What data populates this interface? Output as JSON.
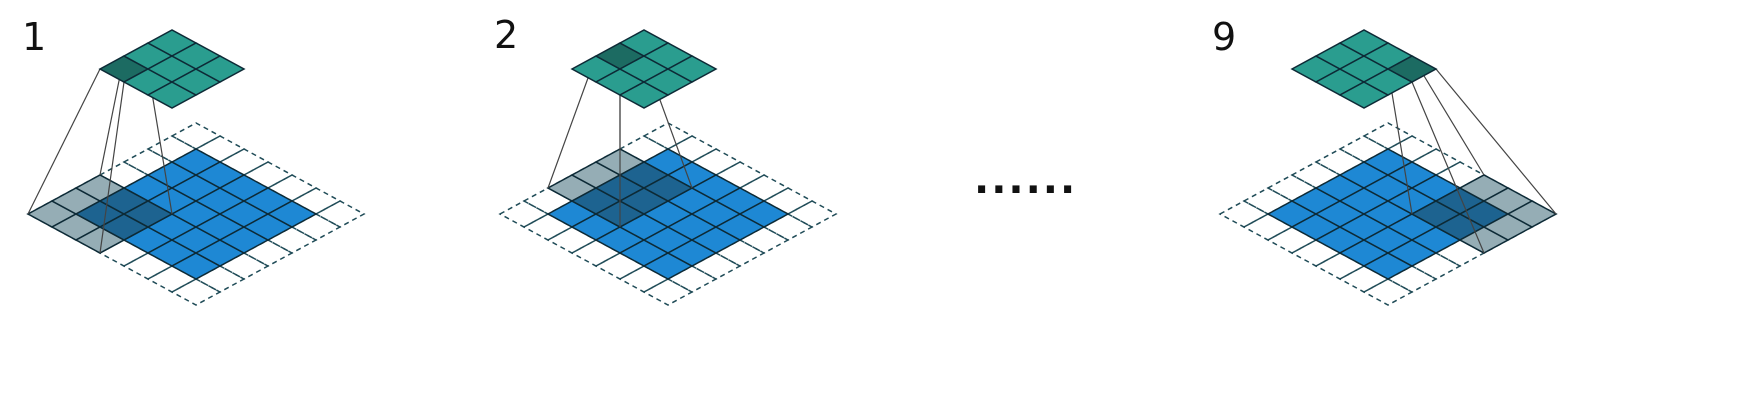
{
  "panels": [
    {
      "label": "1",
      "output_highlight": [
        0,
        0
      ],
      "kernel_origin": [
        -1,
        -1
      ]
    },
    {
      "label": "2",
      "output_highlight": [
        0,
        1
      ],
      "kernel_origin": [
        -1,
        1
      ]
    },
    {
      "label": "9",
      "output_highlight": [
        2,
        2
      ],
      "kernel_origin": [
        3,
        3
      ]
    }
  ],
  "ellipsis": "......",
  "grid": {
    "input_size": 5,
    "padding": 1,
    "kernel_size": 3,
    "output_size": 3,
    "stride": 2
  },
  "colors": {
    "input": "#1e88d4",
    "kernel_overlay": "#8aa4ad",
    "kernel_on_input": "#1d5d84",
    "output": "#2a9d8f",
    "output_highlight": "#1c6b62",
    "grid_line": "#0d2a36",
    "dashed": "#1f4b57",
    "projection": "#444444"
  }
}
